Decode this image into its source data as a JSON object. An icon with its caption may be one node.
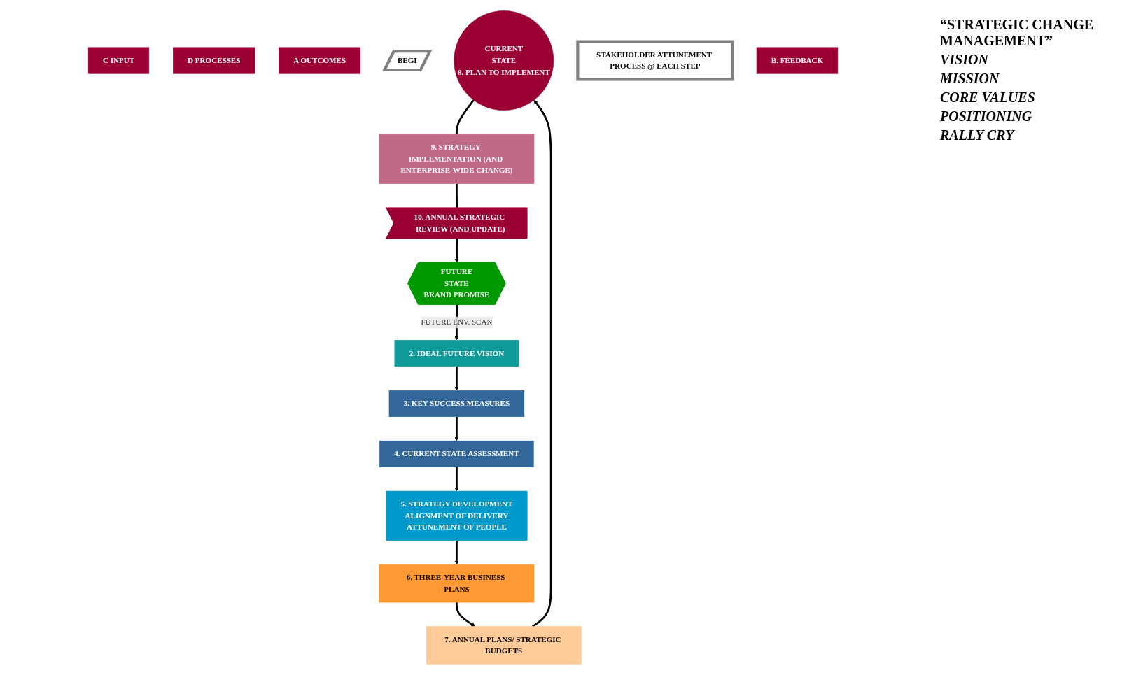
{
  "diagram": {
    "nodes": [
      {
        "text": [
          "C INPUT"
        ]
      },
      {
        "text": [
          "D PROCESSES"
        ]
      },
      {
        "text": [
          "A OUTCOMES"
        ]
      },
      {
        "text": [
          "BEGI"
        ]
      },
      {
        "text": [
          "CURRENT",
          "STATE",
          "8. PLAN TO IMPLEMENT"
        ]
      },
      {
        "text": [
          "9. STRATEGY IMPLEMENTATION (AND ENTERPRISE-WIDE CHANGE)"
        ]
      },
      {
        "text": [
          "10. ANNUAL STRATEGIC REVIEW (AND UPDATE)"
        ]
      },
      {
        "text": [
          "FUTURE",
          "STATE",
          "BRAND PROMISE"
        ]
      },
      {
        "text": [
          "2. IDEAL FUTURE VISION"
        ]
      },
      {
        "text": [
          "3. KEY SUCCESS MEASURES"
        ]
      },
      {
        "text": [
          "4. CURRENT STATE ASSESSMENT"
        ]
      },
      {
        "text": [
          "5. STRATEGY DEVELOPMENT",
          "ALIGNMENT OF DELIVERY",
          "ATTUNEMENT OF PEOPLE"
        ]
      },
      {
        "text": [
          "6. THREE-YEAR BUSINESS PLANS"
        ]
      },
      {
        "text": [
          "7. ANNUAL PLANS/ STRATEGIC BUDGETS"
        ]
      },
      {
        "text": [
          "STAKEHOLDER ATTUNEMENT PROCESS @ EACH STEP"
        ]
      },
      {
        "text": [
          "B. FEEDBACK"
        ]
      }
    ],
    "edges": [
      {
        "from": 4,
        "to": 5,
        "arrow": "none"
      },
      {
        "from": 5,
        "to": 6,
        "arrow": "none"
      },
      {
        "from": 6,
        "to": 7,
        "arrow": "to"
      },
      {
        "from": 7,
        "to": 8,
        "arrow": "to",
        "label": "FUTURE ENV. SCAN"
      },
      {
        "from": 8,
        "to": 9,
        "arrow": "to"
      },
      {
        "from": 9,
        "to": 10,
        "arrow": "to"
      },
      {
        "from": 10,
        "to": 11,
        "arrow": "to"
      },
      {
        "from": 11,
        "to": 12,
        "arrow": "to"
      },
      {
        "from": 12,
        "to": 13,
        "arrow": "to"
      },
      {
        "from": 13,
        "to": 4,
        "arrow": "to"
      }
    ],
    "labels": [
      "“STRATEGIC CHANGE MANAGEMENT”",
      "VISION",
      "MISSION",
      "CORE VALUES",
      "POSITIONING",
      "RALLY CRY"
    ]
  }
}
